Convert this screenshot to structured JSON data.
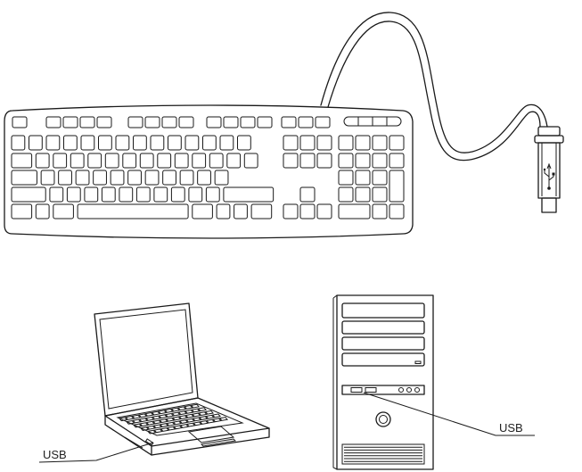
{
  "labels": {
    "laptop_port": "USB",
    "desktop_port": "USB"
  },
  "icons": {
    "connector_symbol": "usb-trident"
  }
}
